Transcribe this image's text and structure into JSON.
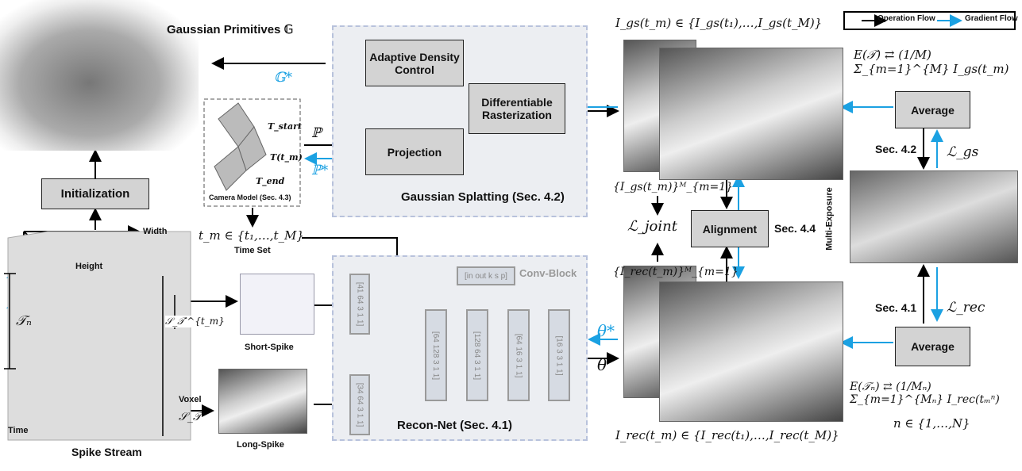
{
  "legend": {
    "operation": "Operation Flow",
    "gradient": "Gradient Flow"
  },
  "colors": {
    "operation": "#000000",
    "gradient": "#1ba1e2",
    "panel": "#eceef2",
    "box": "#d3d3d3"
  },
  "gaussian_primitives": "Gaussian Primitives 𝔾",
  "g_star": "𝔾*",
  "p": "ℙ",
  "p_star": "ℙ*",
  "gs_panel": {
    "title": "Gaussian Splatting (Sec. 4.2)",
    "adc": "Adaptive Density Control",
    "rast": "Differentiable Rasterization",
    "proj": "Projection"
  },
  "camera": {
    "t_start": "T_start",
    "t_m": "T(t_m)",
    "t_end": "T_end",
    "label": "Camera Model (Sec. 4.3)"
  },
  "init": "Initialization",
  "spike": {
    "width": "Width",
    "height": "Height",
    "time": "Time",
    "tn": "𝒯ₙ",
    "label": "Spike Stream",
    "voxel": "Voxel",
    "s_t": "𝒮_𝒯",
    "s_short": "𝒮_𝒯′^{t_m}"
  },
  "time_set": {
    "formula": "t_m ∈ {t₁,…,t_M}",
    "label": "Time Set"
  },
  "short_spike": "Short-Spike",
  "long_spike": "Long-Spike",
  "recon": {
    "title": "Recon-Net (Sec. 4.1)",
    "legend_block": "[in out k s p]",
    "legend_label": "Conv-Block",
    "blocks": [
      "[41 64 3 1 1]",
      "[34 64 3 1 1]",
      "[64 128 3 1 1]",
      "[128 64 3 1 1]",
      "[64 16 3 1 1]",
      "[16 3 3 1 1]"
    ]
  },
  "theta": "θ",
  "theta_star": "θ*",
  "igs_set": "I_gs(t_m) ∈ {I_gs(t₁),…,I_gs(t_M)}",
  "irec_set": "I_rec(t_m) ∈ {I_rec(t₁),…,I_rec(t_M)}",
  "igs_seq": "{I_gs(t_m)}ᴹ_{m=1}",
  "irec_seq": "{I_rec(t_m)}ᴹ_{m=1}",
  "l_joint": "ℒ_joint",
  "alignment": "Alignment",
  "sec44": "Sec. 4.4",
  "average": "Average",
  "sec42": "Sec. 4.2",
  "sec41": "Sec. 4.1",
  "l_gs": "ℒ_gs",
  "l_rec": "ℒ_rec",
  "multi_exposure": "Multi-Exposure",
  "e_top": "E(𝒯) ⇄ (1/M) Σ_{m=1}^{M} I_gs(t_m)",
  "e_bottom": "E(𝒯ₙ) ⇄ (1/Mₙ) Σ_{m=1}^{Mₙ} I_rec(tₘⁿ)",
  "n_set": "n ∈ {1,…,N}"
}
